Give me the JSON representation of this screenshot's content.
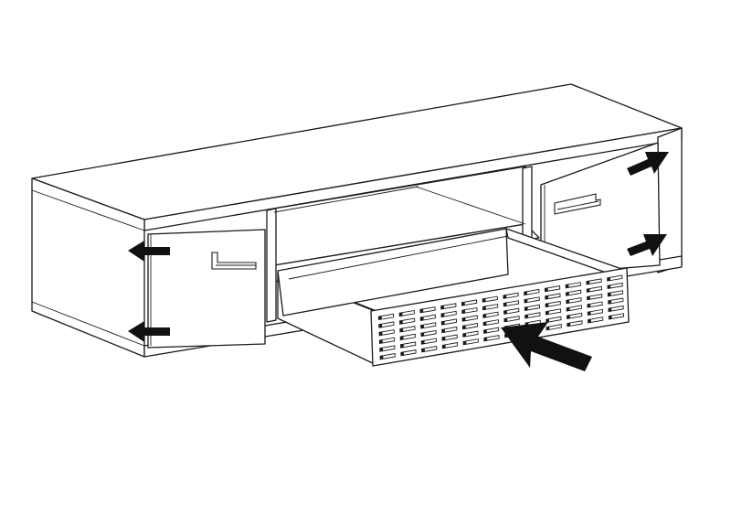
{
  "colors": {
    "line": "#1a1a1a",
    "arrow": "#111111",
    "background": "#ffffff"
  },
  "drawer_front": {
    "rows": 6,
    "cols": 12
  },
  "arrows": [
    {
      "id": "left-door-top-arrow",
      "direction": "left"
    },
    {
      "id": "left-door-bottom-arrow",
      "direction": "left"
    },
    {
      "id": "right-door-top-arrow",
      "direction": "up-right"
    },
    {
      "id": "right-door-bottom-arrow",
      "direction": "up-right"
    },
    {
      "id": "drawer-push-arrow",
      "direction": "up-left"
    }
  ]
}
